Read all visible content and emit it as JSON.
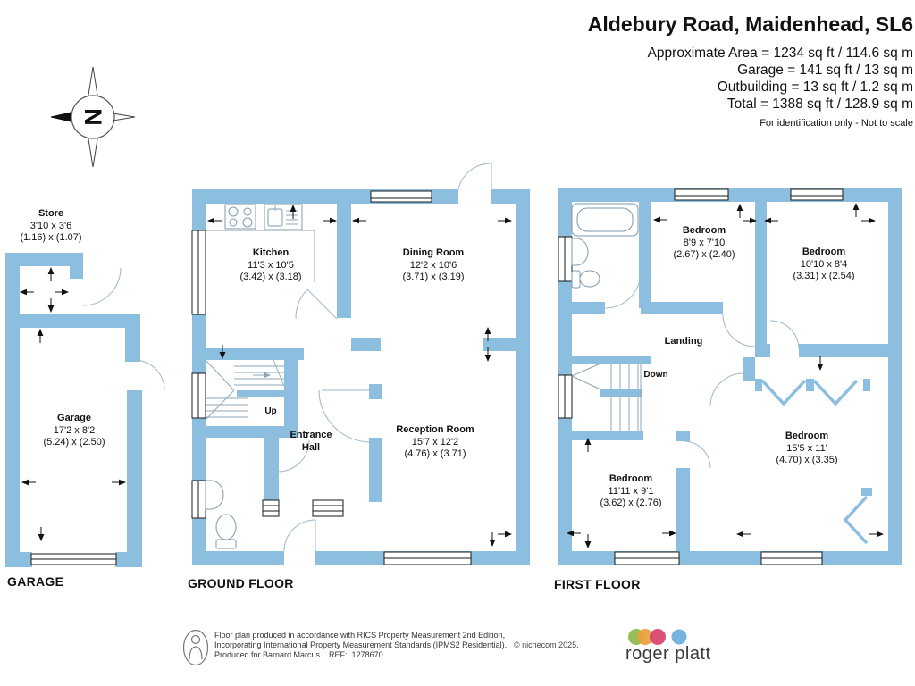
{
  "header": {
    "title": "Aldebury Road, Maidenhead, SL6",
    "area_lines": [
      "Approximate Area = 1234 sq ft / 114.6 sq m",
      "Garage = 141 sq ft / 13 sq m",
      "Outbuilding = 13 sq ft / 1.2 sq m",
      "Total = 1388 sq ft / 128.9 sq m"
    ],
    "disclaimer": "For identification only - Not to scale"
  },
  "compass": {
    "letter": "N"
  },
  "floors": {
    "garage": {
      "section_label": "GARAGE",
      "rooms": [
        {
          "name": "Store",
          "dims_ft": "3'10 x 3'6",
          "dims_m": "(1.16) x (1.07)"
        },
        {
          "name": "Garage",
          "dims_ft": "17'2 x 8'2",
          "dims_m": "(5.24) x (2.50)"
        }
      ]
    },
    "ground": {
      "section_label": "GROUND FLOOR",
      "rooms": [
        {
          "name": "Kitchen",
          "dims_ft": "11'3 x 10'5",
          "dims_m": "(3.42) x (3.18)"
        },
        {
          "name": "Dining Room",
          "dims_ft": "12'2 x 10'6",
          "dims_m": "(3.71) x (3.19)"
        },
        {
          "name": "Reception Room",
          "dims_ft": "15'7 x 12'2",
          "dims_m": "(4.76) x (3.71)"
        }
      ],
      "hall_label_line1": "Entrance",
      "hall_label_line2": "Hall",
      "stairs_label": "Up"
    },
    "first": {
      "section_label": "FIRST FLOOR",
      "rooms": [
        {
          "name": "Bedroom",
          "dims_ft": "8'9 x 7'10",
          "dims_m": "(2.67) x (2.40)"
        },
        {
          "name": "Bedroom",
          "dims_ft": "10'10 x 8'4",
          "dims_m": "(3.31) x (2.54)"
        },
        {
          "name": "Bedroom",
          "dims_ft": "11'11 x 9'1",
          "dims_m": "(3.62) x (2.76)"
        },
        {
          "name": "Bedroom",
          "dims_ft": "15'5 x 11'",
          "dims_m": "(4.70) x (3.35)"
        }
      ],
      "landing_label": "Landing",
      "stairs_label": "Down"
    }
  },
  "footer": {
    "line1": "Floor plan produced in accordance with RICS Property Measurement 2nd Edition,",
    "line2": "Incorporating International Property Measurement Standards (IPMS2 Residential).",
    "line3": "Produced for Barnard Marcus.   REF:  1278670",
    "copyright": "© nichecom 2025.",
    "logo_text": "roger platt"
  },
  "colors": {
    "wall": "#8CBEDF",
    "logo_green": "#8DBA4B",
    "logo_orange": "#E9A13B",
    "logo_red": "#D8436A",
    "logo_blue": "#6FAFDC"
  }
}
